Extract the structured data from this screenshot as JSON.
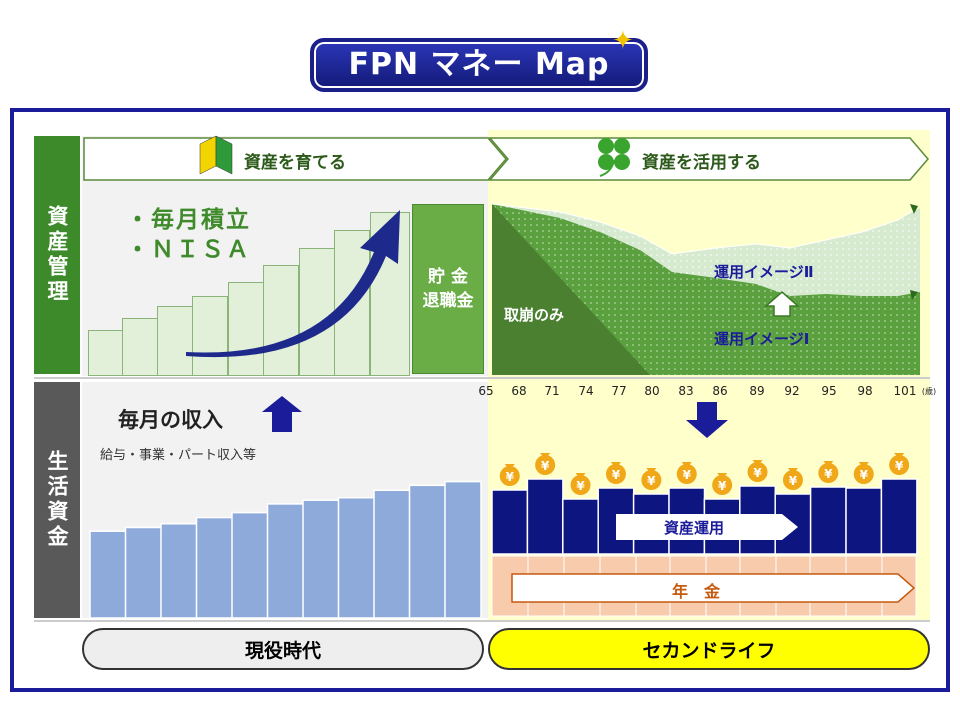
{
  "header": {
    "title": "FPN マネー Map"
  },
  "sides": {
    "asset": "資産管理",
    "life": "生活資金"
  },
  "stages": {
    "grow": "資産を育てる",
    "utilize": "資産を活用する"
  },
  "investment": {
    "item1": "・毎月積立",
    "item2": "・ＮＩＳＡ"
  },
  "savings": {
    "line1": "貯 金",
    "line2": "退職金"
  },
  "drawdown": {
    "withdraw_only": "取崩のみ",
    "image2": "運用イメージⅡ",
    "image1": "運用イメージⅠ"
  },
  "ages": {
    "ticks": [
      "65",
      "68",
      "71",
      "74",
      "77",
      "80",
      "83",
      "86",
      "89",
      "92",
      "95",
      "98",
      "101"
    ],
    "unit": "(歳)"
  },
  "income": {
    "title": "毎月の収入",
    "sub": "給与・事業・パート収入等"
  },
  "retirement_income": {
    "asset_ops": "資産運用",
    "pension": "年　金"
  },
  "phases": {
    "current": "現役時代",
    "second": "セカンドライフ"
  },
  "colors": {
    "navy": "#1b1c9a",
    "green_dark": "#3d8a2a",
    "green_mid": "#6aad47",
    "green_light": "#e2efd9",
    "bar_blue": "#8eaadb",
    "bar_navy": "#0d1580",
    "pension_bg": "#f8cbad",
    "gold": "#f0a818"
  },
  "chart_data": {
    "type": "bar",
    "series": [
      {
        "values": [
          7,
          7.3,
          7.6,
          8.1,
          8.5,
          9.2,
          9.5,
          9.7,
          10.3,
          10.7,
          11
        ],
        "estimated": true
      },
      {
        "values": [
          6.4,
          7.5,
          5.5,
          6.6,
          6.0,
          6.6,
          5.5,
          6.8,
          6.0,
          6.7,
          6.6,
          7.5
        ],
        "estimated": true
      }
    ]
  }
}
